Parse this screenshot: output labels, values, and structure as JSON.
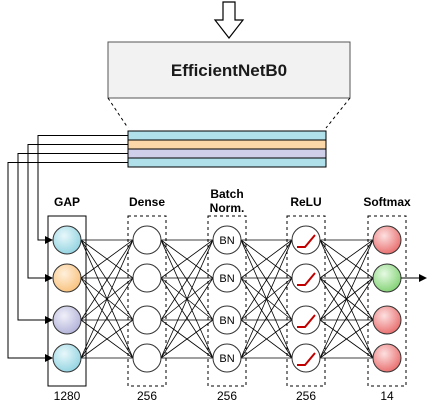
{
  "backbone": {
    "title": "EfficientNetB0"
  },
  "layers": [
    {
      "id": "gap",
      "label": "GAP",
      "count": "1280"
    },
    {
      "id": "dense",
      "label": "Dense",
      "count": "256"
    },
    {
      "id": "batchnorm",
      "label_line1": "Batch",
      "label_line2": "Norm.",
      "count": "256",
      "node_text": "BN"
    },
    {
      "id": "relu",
      "label": "ReLU",
      "count": "256"
    },
    {
      "id": "softmax",
      "label": "Softmax",
      "count": "14"
    }
  ],
  "colors": {
    "feature_stripes": [
      "#b0e0ea",
      "#fcd8a8",
      "#cfcfea",
      "#b0e0ea"
    ],
    "gap_nodes": [
      "#b0e0ea",
      "#fcd8a8",
      "#cfcfea",
      "#b0e0ea"
    ],
    "softmax_nodes": [
      "#f08080",
      "#98e090",
      "#f08080",
      "#f08080"
    ],
    "relu_curve": "#c00000",
    "backbone_fill": "#f2f2f2",
    "backbone_stroke": "#555555"
  },
  "icons": {
    "input_arrow": "down-arrow-icon",
    "relu_node": "relu-curve-icon",
    "output_arrow": "right-arrow-icon"
  }
}
